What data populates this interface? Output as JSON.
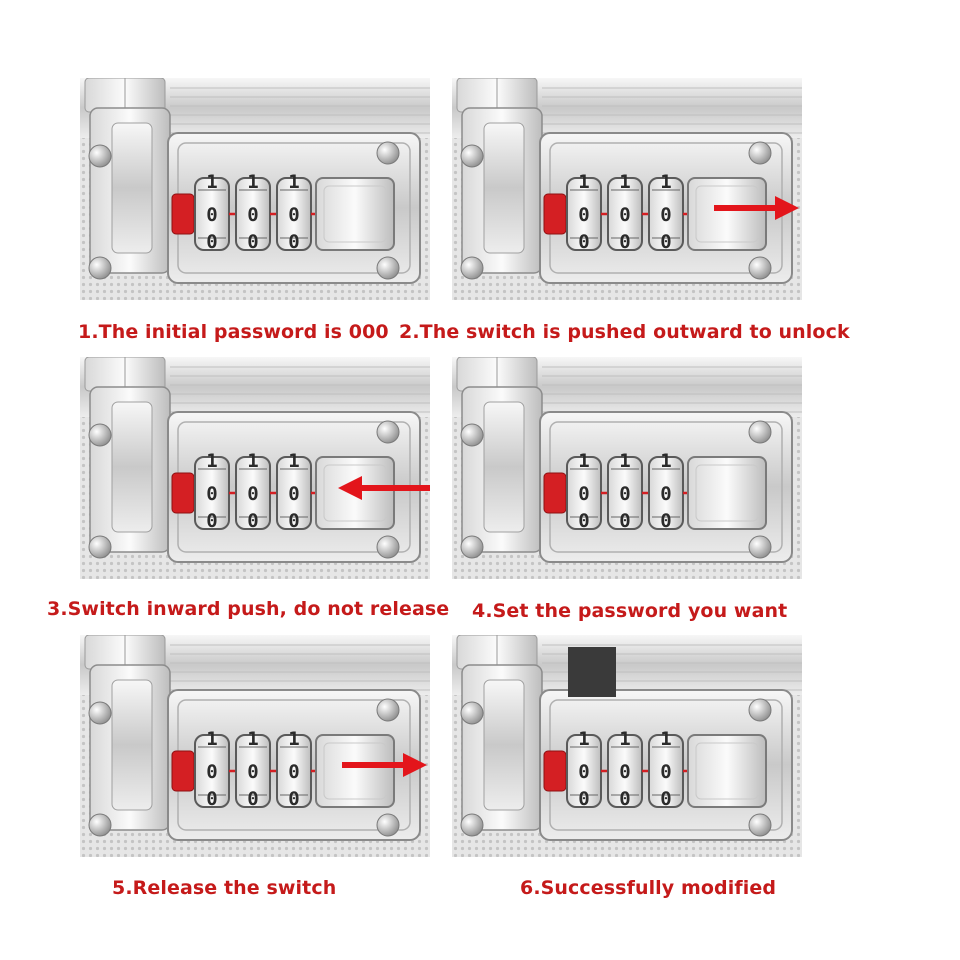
{
  "steps": [
    {
      "caption": "1.The initial password is 000",
      "arrow": "none",
      "dials": [
        "0",
        "0",
        "0"
      ],
      "dial_top": "1"
    },
    {
      "caption": "2.The switch is pushed outward to unlock",
      "arrow": "right",
      "dials": [
        "0",
        "0",
        "0"
      ],
      "dial_top": "1"
    },
    {
      "caption": "3.Switch inward push, do not release",
      "arrow": "left",
      "dials": [
        "0",
        "0",
        "0"
      ],
      "dial_top": "1"
    },
    {
      "caption": "4.Set the password you want",
      "arrow": "none",
      "dials": [
        "0",
        "0",
        "0"
      ],
      "dial_top": "1"
    },
    {
      "caption": "5.Release the switch",
      "arrow": "right",
      "dials": [
        "0",
        "0",
        "0"
      ],
      "dial_top": "1"
    },
    {
      "caption": "6.Successfully modified",
      "arrow": "none",
      "dials": [
        "0",
        "0",
        "0"
      ],
      "dial_top": "1",
      "redacted_block": true
    }
  ],
  "colors": {
    "caption": "#c51a1a",
    "arrow": "#e3151b",
    "latch_tab": "#d41f23",
    "redaction": "#3a3a3a"
  }
}
